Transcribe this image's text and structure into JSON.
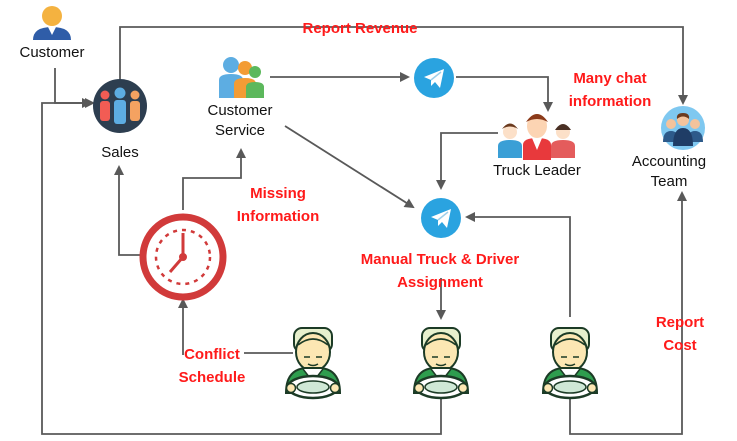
{
  "nodes": {
    "customer": "Customer",
    "sales": "Sales",
    "customer_service": [
      "Customer",
      "Service"
    ],
    "truck_leader": "Truck Leader",
    "accounting_team": [
      "Accounting",
      "Team"
    ]
  },
  "annotations": {
    "report_revenue": "Report Revenue",
    "many_chat_information": [
      "Many chat",
      "information"
    ],
    "missing_information": [
      "Missing",
      "Information"
    ],
    "manual_assignment": [
      "Manual Truck & Driver",
      "Assignment"
    ],
    "report_cost": [
      "Report",
      "Cost"
    ],
    "conflict_schedule": [
      "Conflict",
      "Schedule"
    ]
  },
  "icons": {
    "customer": "customer-person-icon",
    "sales": "sales-team-icon",
    "customer_service": "customer-service-people-icon",
    "telegram": "telegram-icon",
    "truck_leader": "truck-leader-group-icon",
    "accounting": "accounting-team-icon",
    "clock": "clock-icon",
    "driver": "truck-driver-icon"
  },
  "colors": {
    "annotation_red": "#ff1a1a",
    "arrow_gray": "#595959",
    "telegram_blue": "#2aa3e0",
    "clock_red": "#d13a3a",
    "driver_green": "#2e9d4e"
  }
}
